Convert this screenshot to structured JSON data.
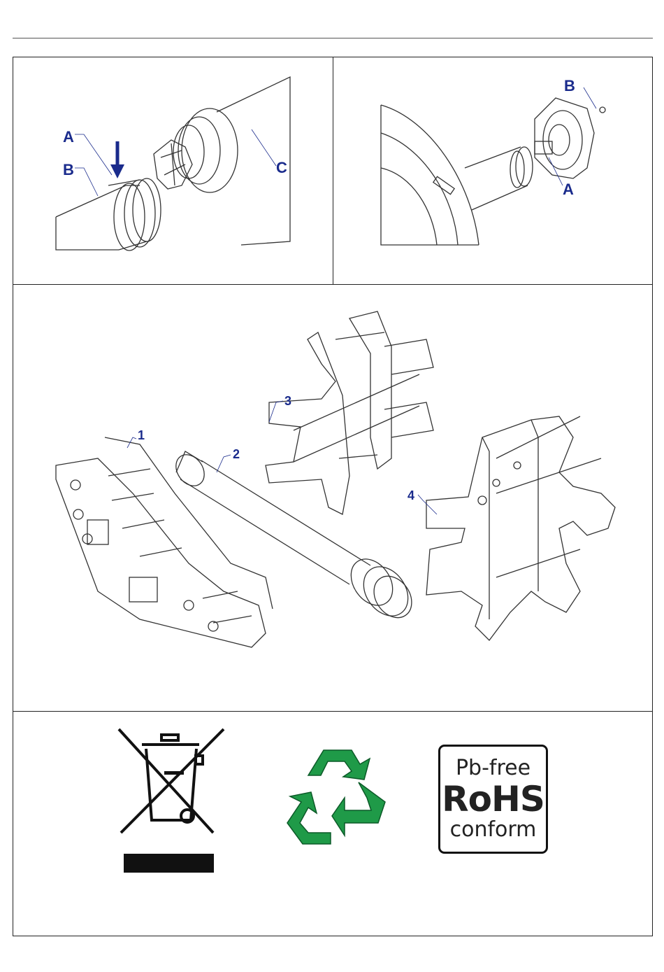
{
  "figure_top_left": {
    "labels": {
      "a": "A",
      "b": "B",
      "c": "C"
    }
  },
  "figure_top_right": {
    "labels": {
      "a": "A",
      "b": "B"
    }
  },
  "figure_parts": {
    "labels": {
      "p1": "1",
      "p2": "2",
      "p3": "3",
      "p4": "4"
    }
  },
  "symbols": {
    "weee_icon": "crossed-out-wheelie-bin-icon",
    "recycle_icon": "recycling-arrows-icon",
    "rohs": {
      "line1": "Pb-free",
      "line2": "RoHS",
      "line3": "conform"
    }
  },
  "colors": {
    "callout_blue": "#1a2b8c",
    "recycle_green": "#1f9a48"
  }
}
